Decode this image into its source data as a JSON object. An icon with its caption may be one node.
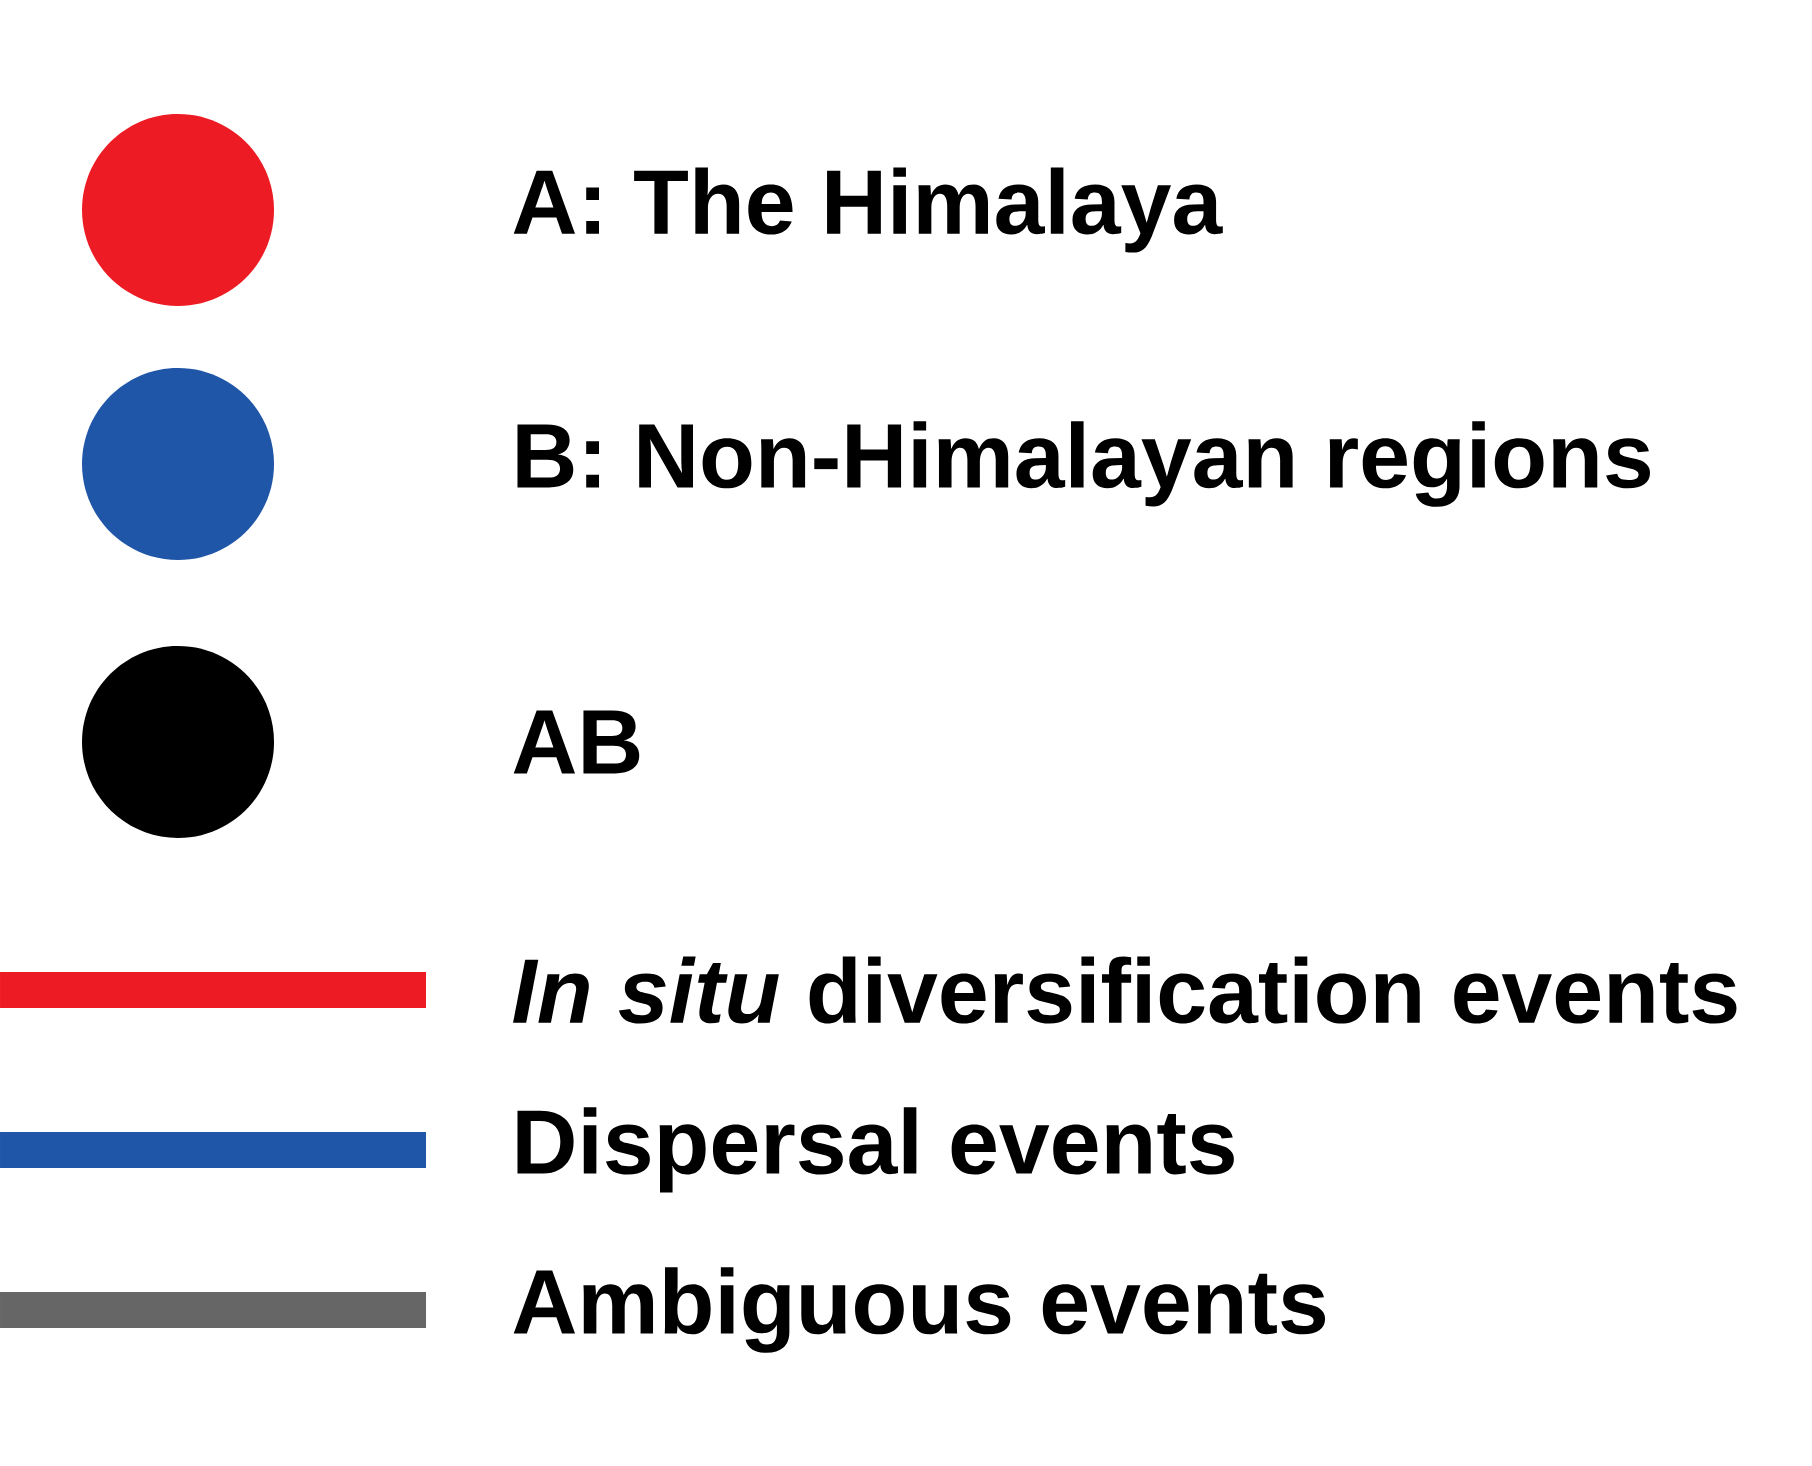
{
  "diagram": {
    "legend": [
      {
        "text": "A: The Himalaya",
        "color": "#ed1c24"
      },
      {
        "text": "B: Non-Himalayan regions",
        "color": "#1f56a8"
      },
      {
        "text": "AB",
        "color": "#000000"
      },
      {
        "text": "*In situ* diversification events",
        "color": "#ed1c24"
      },
      {
        "text": "Dispersal events",
        "color": "#1f56a8"
      },
      {
        "text": "Ambiguous events",
        "color": "#666666"
      }
    ]
  }
}
